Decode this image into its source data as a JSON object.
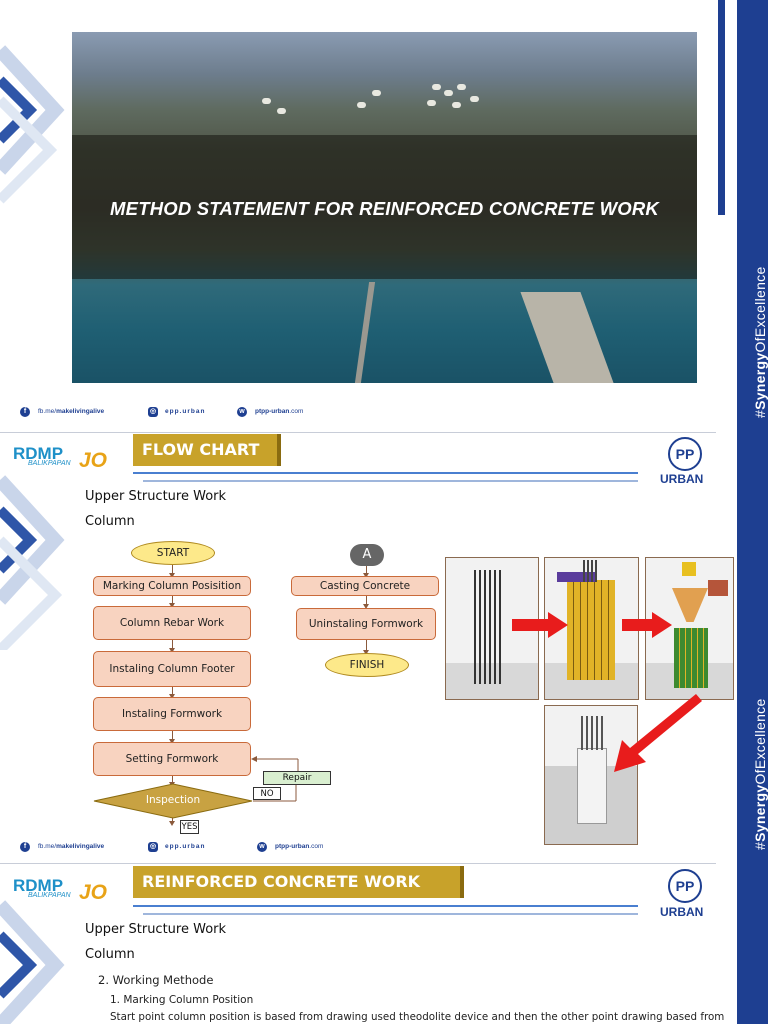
{
  "hero": {
    "title": "METHOD STATEMENT FOR REINFORCED CONCRETE WORK"
  },
  "social": {
    "facebook": {
      "prefix": "fb.me/",
      "handle": "makelivingalive"
    },
    "instagram": {
      "handle": "epp.urban"
    },
    "website": {
      "handle": "ptpp-urban",
      "suffix": ".com"
    }
  },
  "brand": {
    "hashtag_prefix": "#",
    "hashtag_bold": "Synergy",
    "hashtag_light": "Of",
    "hashtag_rest": "Excellence",
    "rdmp": "RDMP",
    "rdmp_sub": "BALIKPAPAN",
    "jo": "JO",
    "pp": "PP",
    "urban": "URBAN",
    "colors": {
      "navy": "#1e3f91",
      "gold": "#c8a22a",
      "box_fill": "#f8d3c0",
      "oval_fill": "#fde98a",
      "arrow_red": "#e81c1c"
    }
  },
  "slide2": {
    "banner": "FLOW CHART",
    "heading": "Upper Structure Work",
    "subheading": "Column",
    "flow_left": {
      "start": "START",
      "steps": [
        "Marking Column Posisition",
        "Column Rebar Work",
        "Instaling Column Footer",
        "Instaling Formwork",
        "Setting Formwork"
      ],
      "decision": "Inspection",
      "no": "NO",
      "repair": "Repair",
      "yes": "YES"
    },
    "flow_right": {
      "connector": "A",
      "steps": [
        "Casting Concrete",
        "Uninstaling Formwork"
      ],
      "finish": "FINISH"
    }
  },
  "slide3": {
    "banner": "REINFORCED CONCRETE WORK",
    "heading": "Upper Structure Work",
    "subheading": "Column",
    "section": "2. Working Methode",
    "subsection": "1. Marking Column Position",
    "body": "Start point column position is based from drawing used theodolite device and then the other point drawing based from"
  }
}
